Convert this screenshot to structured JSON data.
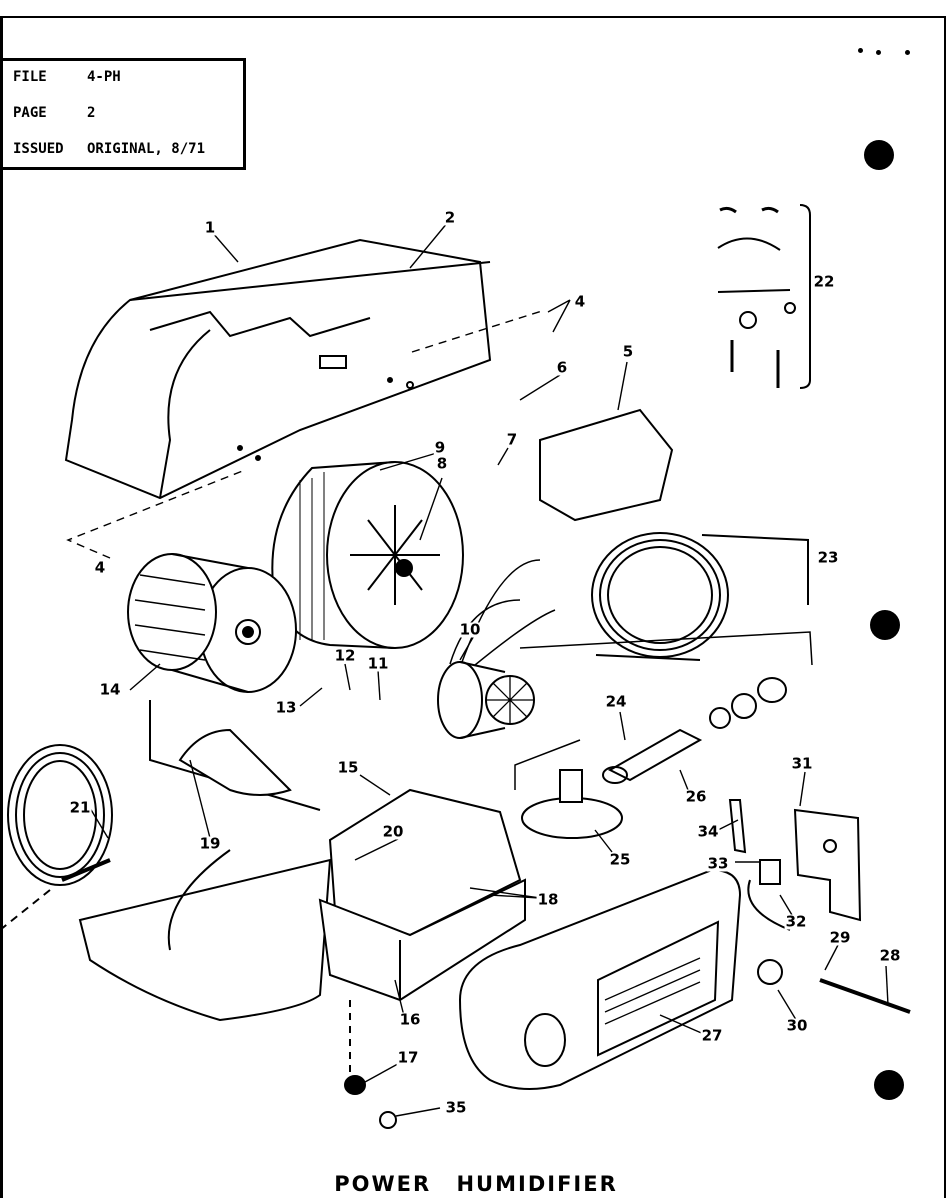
{
  "info_box": [
    {
      "key": "FILE",
      "value": "4-PH"
    },
    {
      "key": "PAGE",
      "value": "2"
    },
    {
      "key": "ISSUED",
      "value": "ORIGINAL, 8/71"
    }
  ],
  "title": "POWER HUMIDIFIER",
  "callouts": [
    "1",
    "2",
    "4",
    "4",
    "5",
    "6",
    "7",
    "8",
    "9",
    "10",
    "11",
    "12",
    "13",
    "14",
    "15",
    "16",
    "17",
    "18",
    "19",
    "20",
    "21",
    "22",
    "23",
    "24",
    "25",
    "26",
    "27",
    "28",
    "29",
    "30",
    "31",
    "32",
    "33",
    "34",
    "35"
  ]
}
